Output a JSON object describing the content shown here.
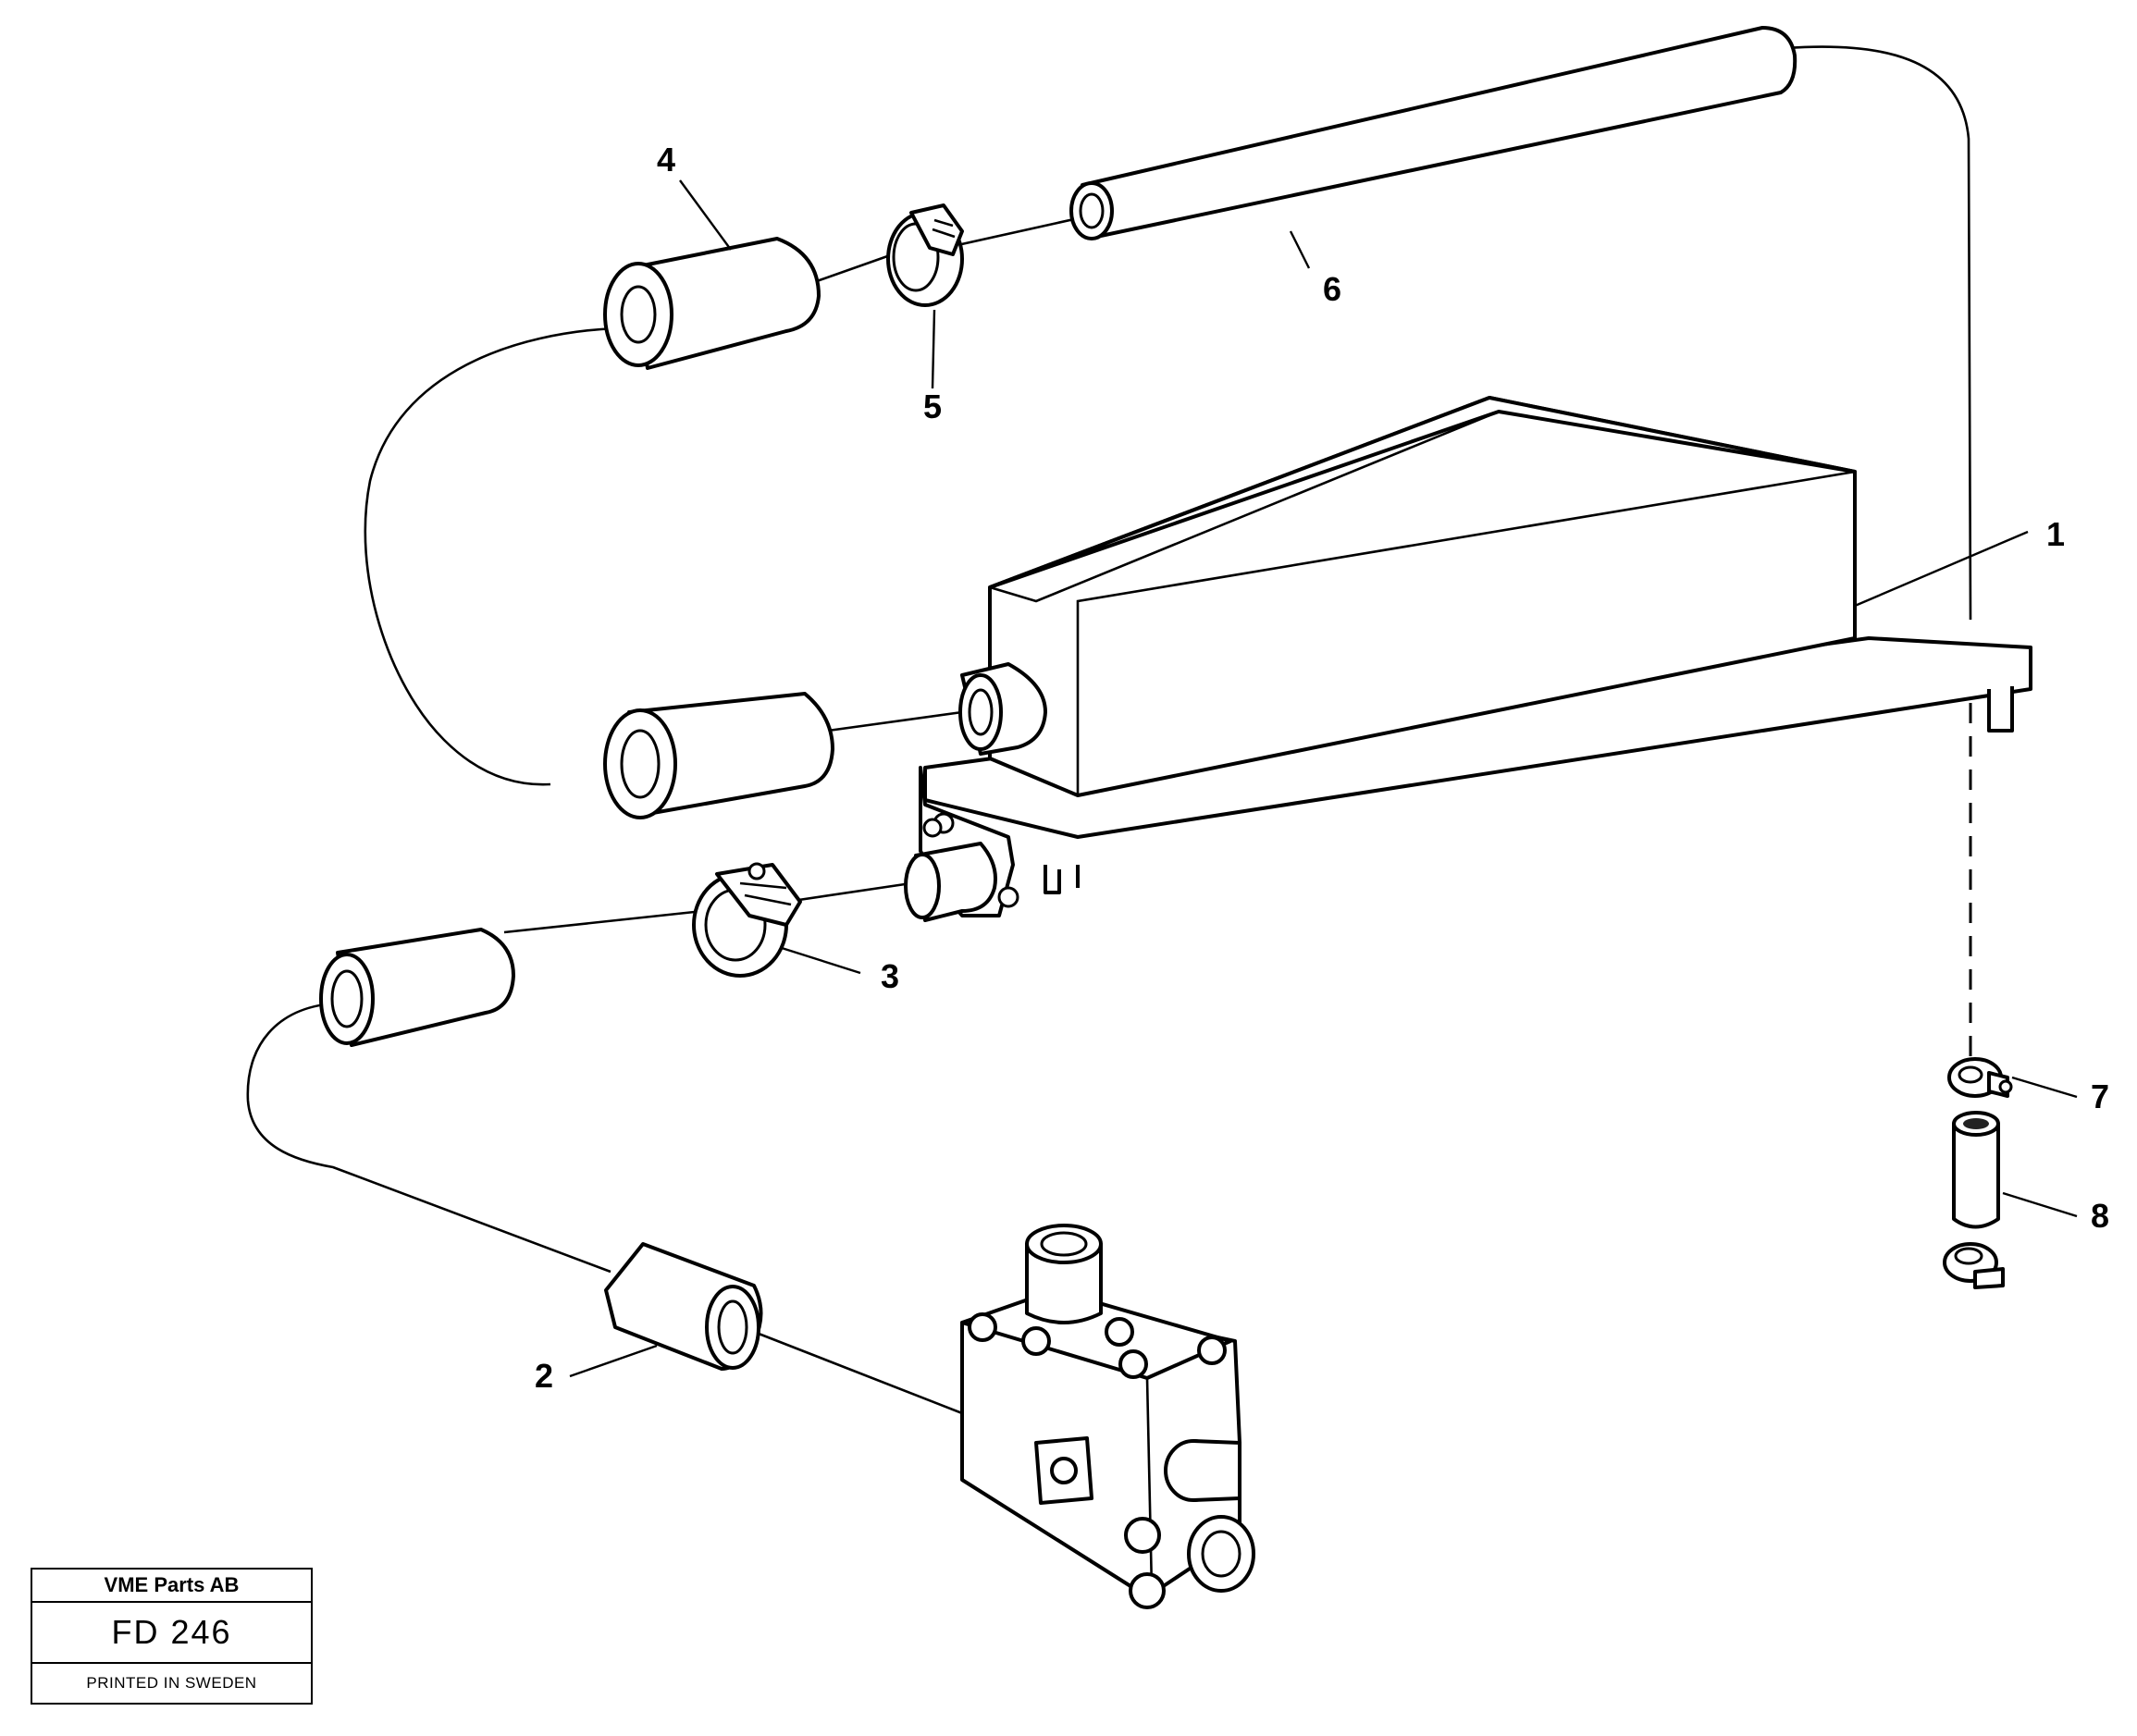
{
  "callouts": {
    "p1": "1",
    "p2": "2",
    "p3": "3",
    "p4": "4",
    "p5": "5",
    "p6": "6",
    "p7": "7",
    "p8": "8"
  },
  "title_block": {
    "company": "VME Parts AB",
    "drawing_code": "FD 246",
    "printed": "PRINTED IN SWEDEN"
  }
}
